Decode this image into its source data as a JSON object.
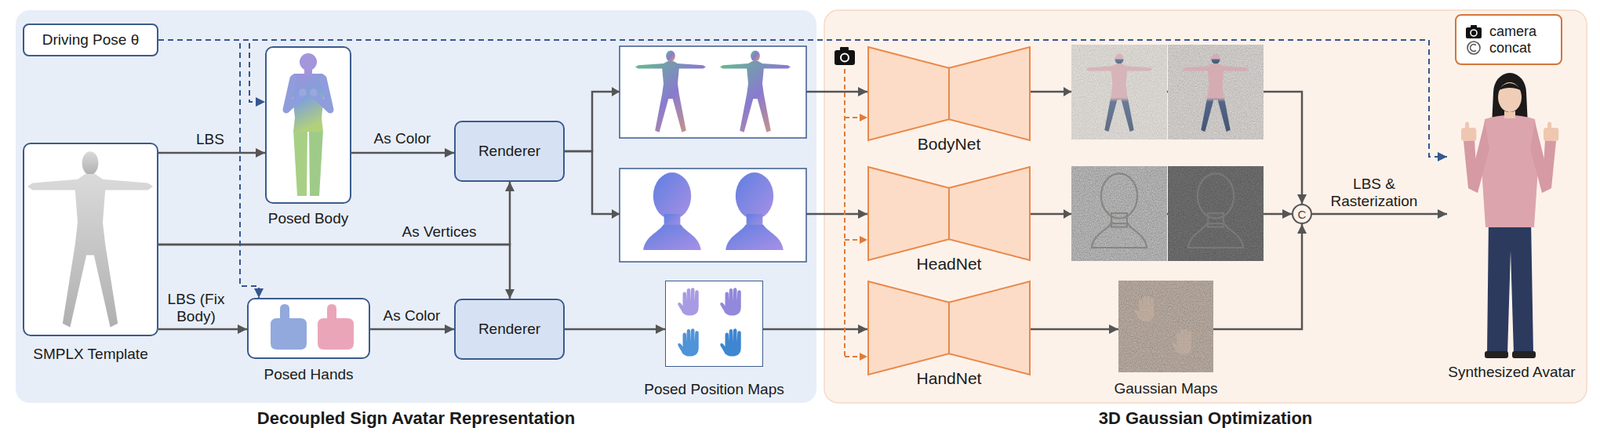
{
  "diagram": {
    "nodes": [
      {
        "text": [
          "Decoupled Sign Avatar Representation"
        ]
      },
      {
        "text": [
          "3D Gaussian Optimization"
        ]
      },
      {
        "text": [
          "Driving Pose θ"
        ],
        "in": 0
      },
      {
        "text": [
          "SMPLX Template"
        ],
        "in": 0
      },
      {
        "text": [
          "Posed Body"
        ],
        "in": 0
      },
      {
        "text": [
          "Renderer"
        ],
        "in": 0
      },
      {
        "text": [
          "Posed Hands"
        ],
        "in": 0
      },
      {
        "text": [
          "Renderer"
        ],
        "in": 0
      },
      {
        "text": [
          "Posed Position Maps"
        ],
        "in": 0
      },
      {
        "text": [
          "BodyNet"
        ],
        "in": 1
      },
      {
        "text": [
          "HeadNet"
        ],
        "in": 1
      },
      {
        "text": [
          "HandNet"
        ],
        "in": 1
      },
      {
        "text": [
          "Gaussian Maps"
        ],
        "in": 1
      },
      {
        "text": [
          "C"
        ],
        "in": 1
      },
      {
        "text": [
          "Synthesized Avatar"
        ],
        "in": 1
      }
    ],
    "edges": [
      {
        "from": 3,
        "to": 4,
        "arrow": "to",
        "label": "LBS"
      },
      {
        "from": 4,
        "to": 5,
        "arrow": "to",
        "label": "As Color"
      },
      {
        "from": 3,
        "to": 5,
        "arrow": "to",
        "label": "As Vertices"
      },
      {
        "from": 3,
        "to": 7,
        "arrow": "to"
      },
      {
        "from": 3,
        "to": 6,
        "arrow": "to",
        "label": "LBS (Fix Body)"
      },
      {
        "from": 6,
        "to": 7,
        "arrow": "to",
        "label": "As Color"
      },
      {
        "from": 7,
        "to": 8,
        "arrow": "to"
      },
      {
        "from": 5,
        "to": 9,
        "arrow": "to"
      },
      {
        "from": 5,
        "to": 10,
        "arrow": "to"
      },
      {
        "from": 8,
        "to": 11,
        "arrow": "to"
      },
      {
        "from": 9,
        "to": 13,
        "arrow": "to"
      },
      {
        "from": 10,
        "to": 13,
        "arrow": "to"
      },
      {
        "from": 11,
        "to": 12,
        "arrow": "to"
      },
      {
        "from": 12,
        "to": 13,
        "arrow": "to"
      },
      {
        "from": 13,
        "to": 14,
        "arrow": "to",
        "label": "LBS & Rasterization"
      },
      {
        "from": 2,
        "to": 4,
        "arrow": "to"
      },
      {
        "from": 2,
        "to": 6,
        "arrow": "to"
      },
      {
        "from": 2,
        "to": 14,
        "arrow": "to"
      }
    ],
    "legend": [
      {
        "text": "camera"
      },
      {
        "text": "concat"
      }
    ]
  }
}
